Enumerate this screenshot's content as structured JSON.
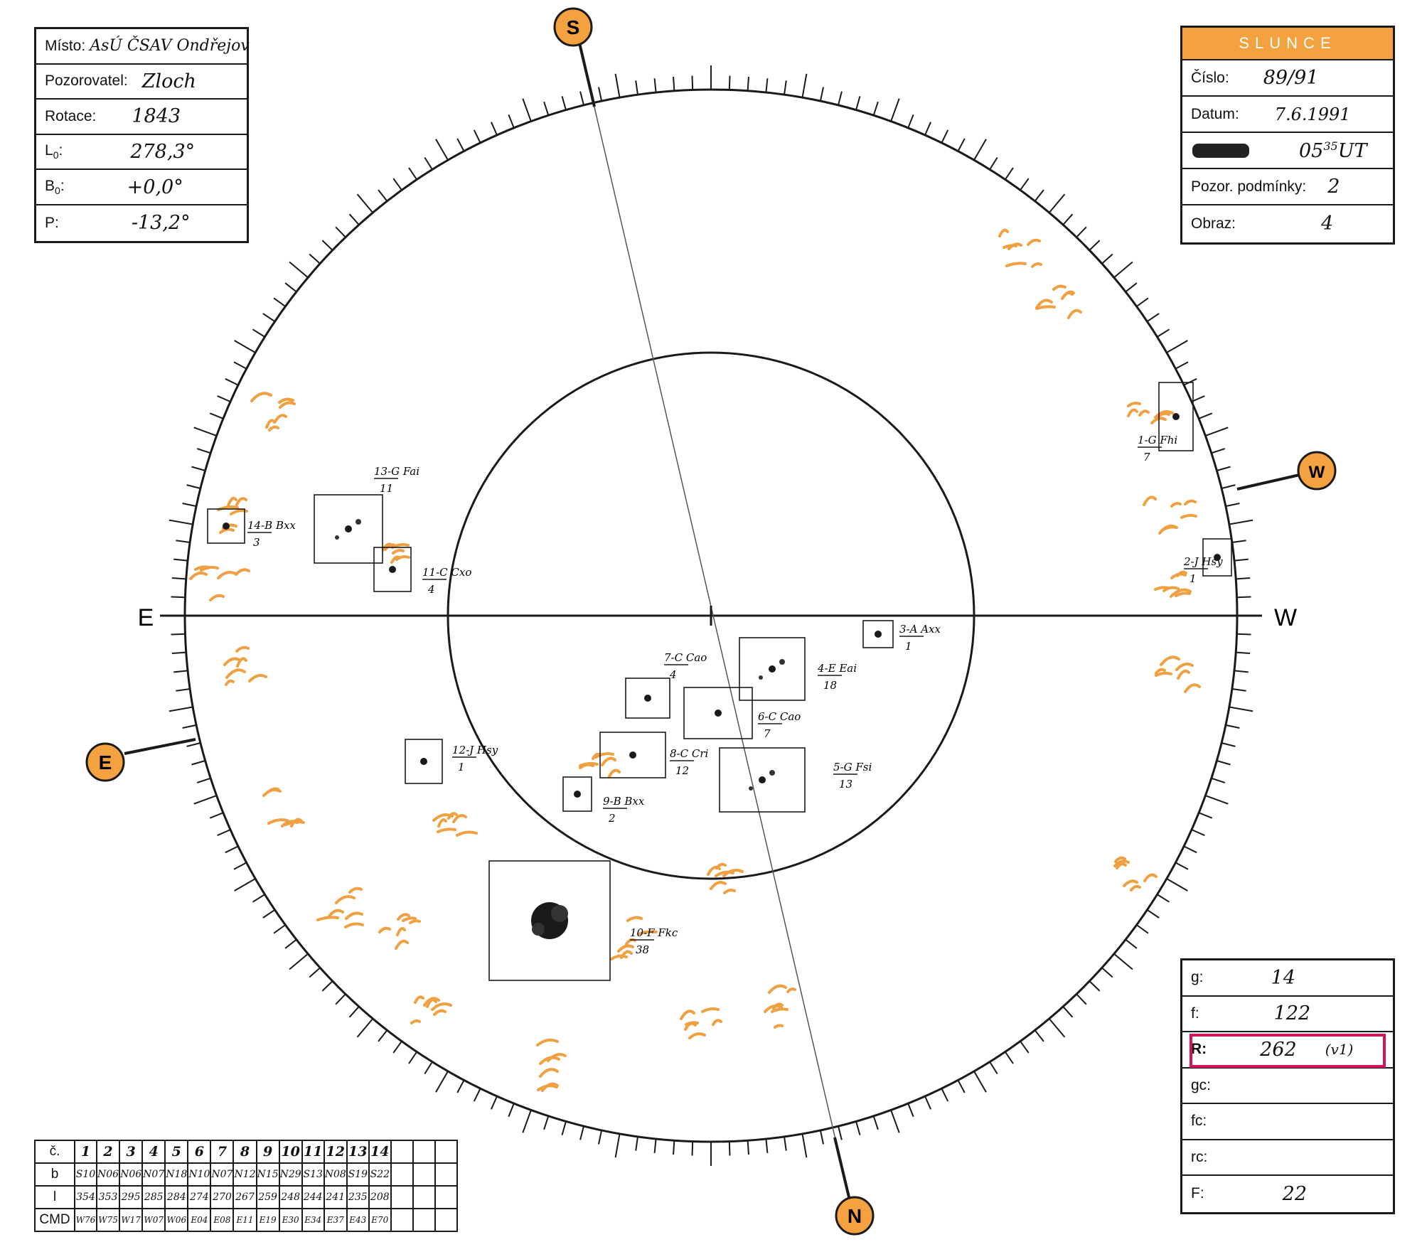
{
  "info": {
    "place_label": "Místo:",
    "place_value": "AsÚ ČSAV Ondřejov",
    "observer_label": "Pozorovatel:",
    "observer_value": "Zloch",
    "rotation_label": "Rotace:",
    "rotation_value": "1843",
    "l0_label": "L",
    "l0_sub": "0",
    "l0_colon": ":",
    "l0_value": "278,3°",
    "b0_label": "B",
    "b0_sub": "0",
    "b0_colon": ":",
    "b0_value": "+0,0°",
    "p_label": "P:",
    "p_value": "-13,2°"
  },
  "slunce": {
    "title": "SLUNCE",
    "number_label": "Číslo:",
    "number_value": "89/91",
    "date_label": "Datum:",
    "date_value": "7.6.1991",
    "time_value": "05",
    "time_sup": "35",
    "time_unit": "UT",
    "conditions_label": "Pozor. podmínky:",
    "conditions_value": "2",
    "image_label": "Obraz:",
    "image_value": "4"
  },
  "counts": {
    "g_label": "g:",
    "g_value": "14",
    "f_label": "f:",
    "f_value": "122",
    "r_label": "R:",
    "r_value": "262",
    "r_note": "(v1)",
    "gc_label": "gc:",
    "fc_label": "fc:",
    "rc_label": "rc:",
    "F_label": "F:",
    "F_value": "22"
  },
  "compass": {
    "top": "S",
    "bottom": "N",
    "right": "W",
    "left_lower": "E",
    "axis_left": "E",
    "axis_right": "W"
  },
  "groups": [
    {
      "label": "1-G",
      "class": "Fhi",
      "count": "7"
    },
    {
      "label": "2-J",
      "class": "Hsy",
      "count": "1"
    },
    {
      "label": "3-A",
      "class": "Axx",
      "count": "1"
    },
    {
      "label": "4-E",
      "class": "Eai",
      "count": "18"
    },
    {
      "label": "5-G",
      "class": "Fsi",
      "count": "13"
    },
    {
      "label": "6-C",
      "class": "Cao",
      "count": "7"
    },
    {
      "label": "7-C",
      "class": "Cao",
      "count": "4"
    },
    {
      "label": "8-C",
      "class": "Cri",
      "count": "12"
    },
    {
      "label": "9-B",
      "class": "Bxx",
      "count": "2"
    },
    {
      "label": "10-F",
      "class": "Fkc",
      "count": "38"
    },
    {
      "label": "11-C",
      "class": "Cxo",
      "count": "4"
    },
    {
      "label": "12-J",
      "class": "Hsy",
      "count": "1"
    },
    {
      "label": "13-G",
      "class": "Fai",
      "count": "11"
    },
    {
      "label": "14-B",
      "class": "Bxx",
      "count": "3"
    }
  ],
  "table": {
    "row_labels": [
      "č.",
      "b",
      "l",
      "CMD"
    ],
    "numbers": [
      "1",
      "2",
      "3",
      "4",
      "5",
      "6",
      "7",
      "8",
      "9",
      "10",
      "11",
      "12",
      "13",
      "14"
    ],
    "b": [
      "S10",
      "N06",
      "N06",
      "N07",
      "N18",
      "N10",
      "N07",
      "N12",
      "N15",
      "N29",
      "S13",
      "N08",
      "S19",
      "S22"
    ],
    "l": [
      "354",
      "353",
      "295",
      "285",
      "284",
      "274",
      "270",
      "267",
      "259",
      "248",
      "244",
      "241",
      "235",
      "208"
    ],
    "cmd": [
      "W76",
      "W75",
      "W17",
      "W07",
      "W06",
      "E04",
      "E08",
      "E11",
      "E19",
      "E30",
      "E34",
      "E37",
      "E43",
      "E70"
    ]
  },
  "colors": {
    "accent": "#f4a23f",
    "facula": "#f0a040",
    "highlight": "#d4145a",
    "ink": "#1a1a1a"
  }
}
